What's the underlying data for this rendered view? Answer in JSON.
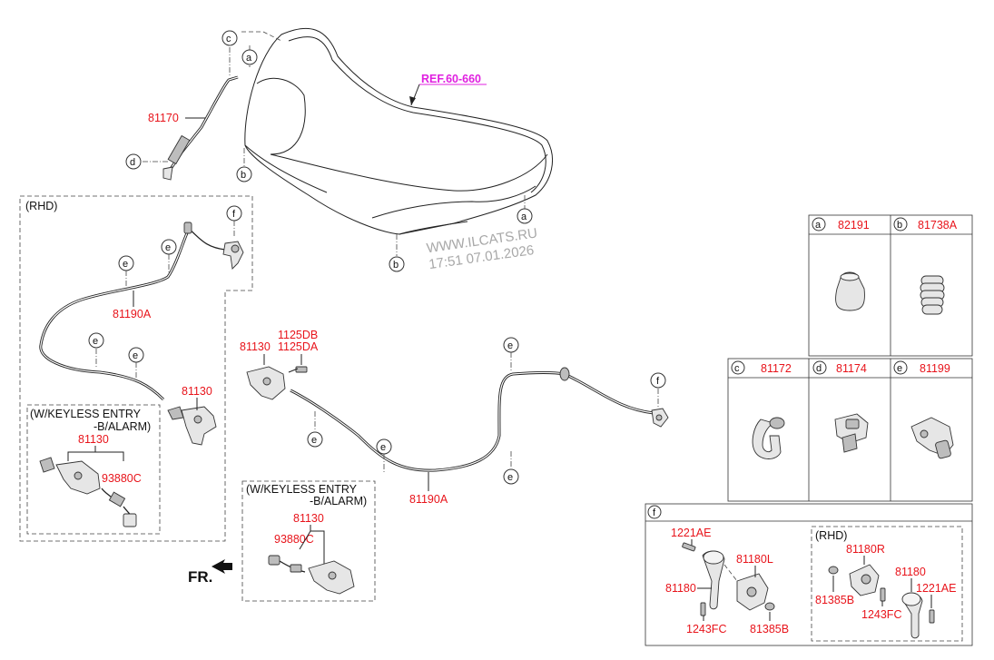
{
  "reference": "REF.60-660",
  "watermark": [
    "WWW.ILCATS.RU",
    "17:51 07.01.2026"
  ],
  "callouts": {
    "a": "a",
    "b": "b",
    "c": "c",
    "d": "d",
    "e": "e",
    "f": "f"
  },
  "main_parts": {
    "prop_rod": "81170",
    "cable_rhd": "81190A",
    "cable_main": "81190A",
    "latch_rhd": "81130",
    "latch_main": "81130",
    "bolt_1": "1125DB",
    "bolt_2": "1125DA"
  },
  "boxes": {
    "rhd_label": "(RHD)",
    "keyless_line1": "(W/KEYLESS ENTRY",
    "keyless_line2": "-B/ALARM)",
    "keyless_rhd_latch": "81130",
    "keyless_rhd_switch": "93880C",
    "keyless_main_latch": "81130",
    "keyless_main_switch": "93880C"
  },
  "front_indicator": "FR.",
  "legend_table": [
    {
      "key": "a",
      "part": "82191",
      "icon": "bumper-stopper-icon"
    },
    {
      "key": "b",
      "part": "81738A",
      "icon": "bellows-stopper-icon"
    },
    {
      "key": "c",
      "part": "81172",
      "icon": "rod-clip-icon"
    },
    {
      "key": "d",
      "part": "81174",
      "icon": "rod-holder-icon"
    },
    {
      "key": "e",
      "part": "81199",
      "icon": "cable-clip-icon"
    }
  ],
  "handle_box": {
    "key": "f",
    "left": {
      "bolt": "1221AE",
      "handle": "81180",
      "bracket": "81180L",
      "screw": "1243FC",
      "cap": "81385B"
    },
    "rhd_label": "(RHD)",
    "right": {
      "bracket": "81180R",
      "handle": "81180",
      "bolt": "1221AE",
      "cap": "81385B",
      "screw": "1243FC"
    }
  }
}
